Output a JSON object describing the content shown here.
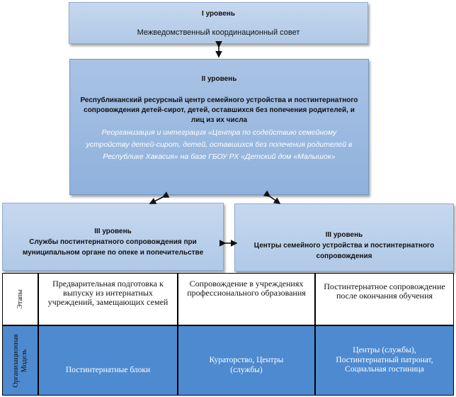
{
  "level1": {
    "title": "I уровень",
    "text": "Межведомственный  координационный совет"
  },
  "level2": {
    "title": "II уровень",
    "text_bold": "Республиканский  ресурсный центр семейного устройства  и постинтернатного сопровождения  детей-сирот, детей, оставшихся без попечения родителей, и лиц из их числа",
    "note": "Реорганизация и интеграция «Центра по содействию семейному устройству детей-сирот, детей, оставшихся без попечения родителей в Республике Хакасия» на базе ГБОУ РХ «Детский  дом «Малышок»"
  },
  "level3_left": {
    "title": "III уровень",
    "text_bold": "Службы постинтернатного сопровождения  при муниципальном  органе по опеке и попечительстве"
  },
  "level3_right": {
    "title": "III уровень",
    "text_bold": "Центры семейного устройства  и постинтернатного сопровождения"
  },
  "table": {
    "row_stages": {
      "label": "Этапы",
      "cells": [
        "Предварительная подготовка к выпуску из интернатных учреждений, замещающих семей",
        "Сопровождение в учреждениях профессионального образования",
        "Постинтернатное сопровождение после окончания обучения"
      ]
    },
    "row_model": {
      "label_line1": "Организационная",
      "label_line2": "Модель",
      "cells": [
        "Постинтернатные  блоки",
        "Кураторство, Центры (службы)",
        "Центры (службы), Постинтернатный  патронат, Социальная гостиница"
      ]
    }
  },
  "colors": {
    "box_light": "#bcd2ec",
    "box_mid": "#9db9e0",
    "row_model_fill": "#4e8ad0",
    "note_text": "#ffffff"
  }
}
